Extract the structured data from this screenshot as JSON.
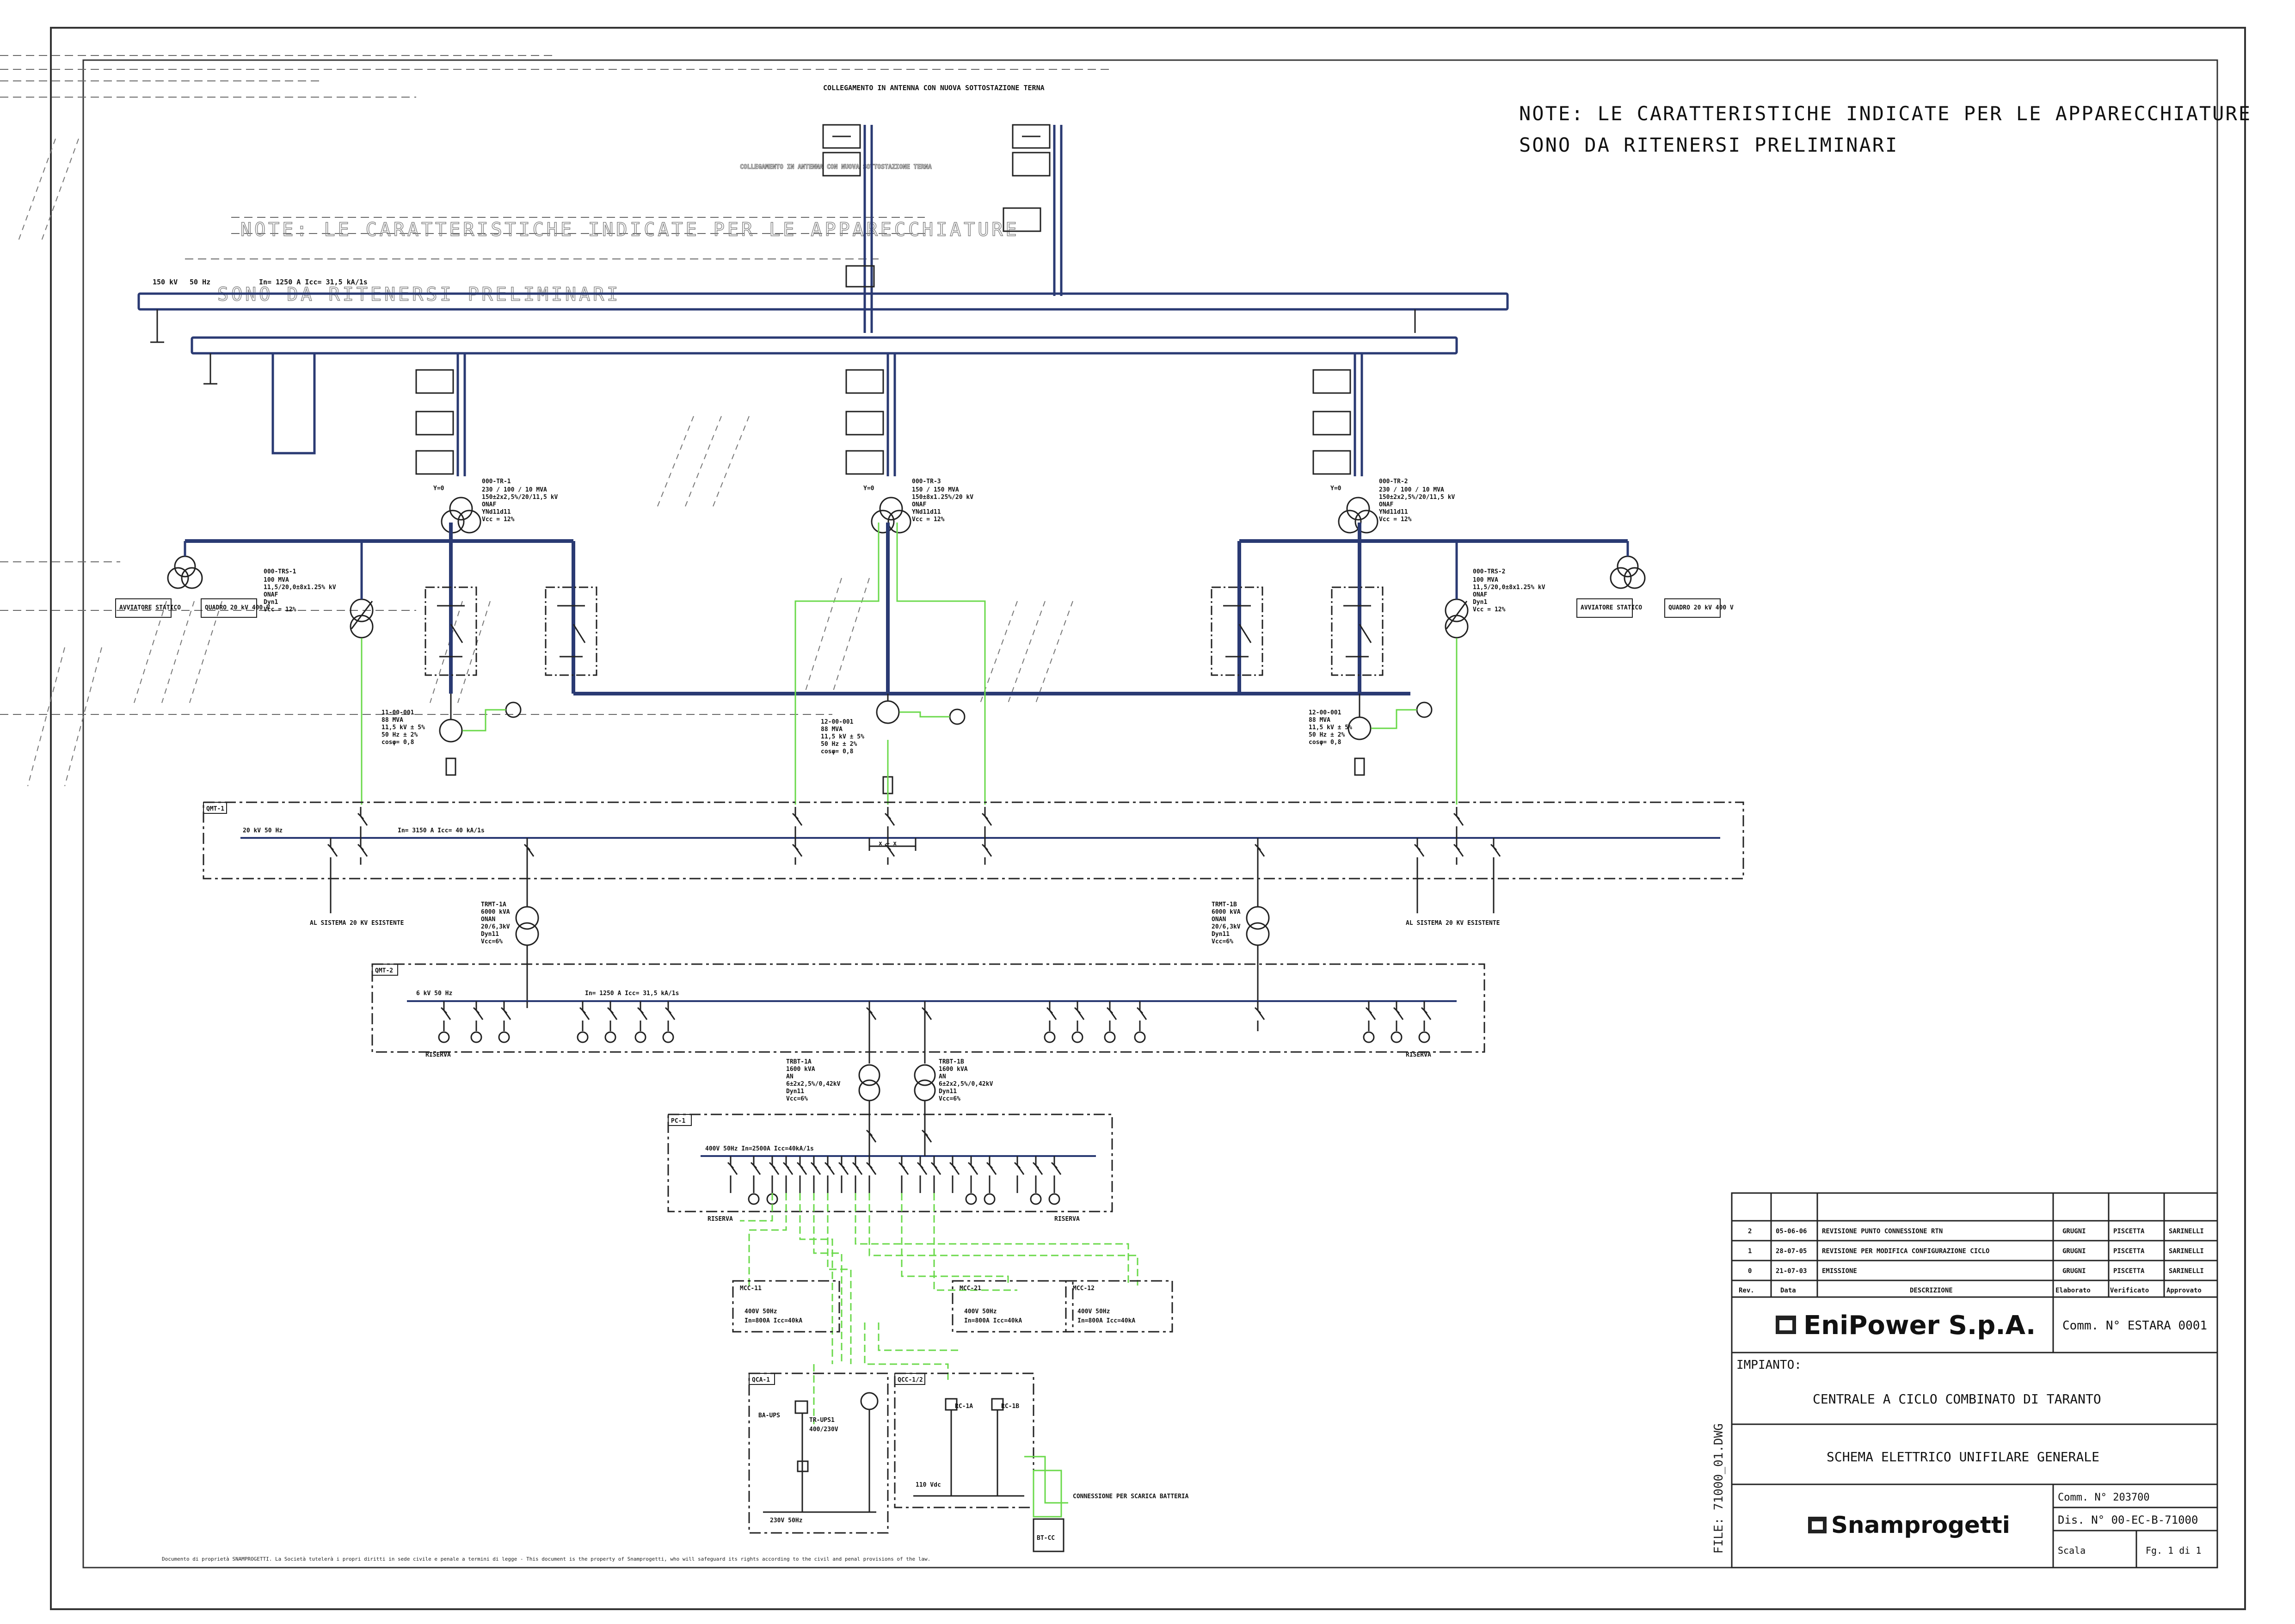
{
  "note": {
    "line1": "NOTE: LE CARATTERISTICHE INDICATE PER LE APPARECCHIATURE",
    "line2": "SONO DA RITENERSI PRELIMINARI"
  },
  "top": {
    "collegamento": "COLLEGAMENTO IN ANTENNA CON NUOVA SOTTOSTAZIONE TERNA"
  },
  "hv_bus": {
    "voltage": "150 kV",
    "freq": "50 Hz",
    "rating": "In= 1250 A   Icc= 31,5 kA/1s"
  },
  "transformers_main": [
    {
      "tag": "000-TR-1",
      "spec": [
        "230 / 100 / 10 MVA",
        "150±2x2,5%/20/11,5 kV",
        "ONAF",
        "YNd11d11",
        "Vcc = 12%"
      ],
      "vector": "Y=0"
    },
    {
      "tag": "000-TR-3",
      "spec": [
        "150 / 150 MVA",
        "150±8x1.25%/20 kV",
        "ONAF",
        "YNd11d11",
        "Vcc = 12%"
      ],
      "vector": "Y=0"
    },
    {
      "tag": "000-TR-2",
      "spec": [
        "230 / 100 / 10 MVA",
        "150±2x2,5%/20/11,5 kV",
        "ONAF",
        "YNd11d11",
        "Vcc = 12%"
      ],
      "vector": "Y=0"
    }
  ],
  "transformers_aux": [
    {
      "tag": "000-TRS-1",
      "spec": [
        "100 MVA",
        "11,5/20,0±8x1.25% kV",
        "ONAF",
        "Dyn1",
        "Vcc = 12%"
      ]
    },
    {
      "tag": "000-TRS-2",
      "spec": [
        "100 MVA",
        "11,5/20,0±8x1.25% kV",
        "ONAF",
        "Dyn1",
        "Vcc = 12%"
      ]
    }
  ],
  "aux_boxes": [
    "AVVIATORE STATICO",
    "QUADRO 20 kV 400 V",
    "AVVIATORE STATICO",
    "QUADRO 20 kV 400 V"
  ],
  "generators": [
    {
      "tag": "11-00-001",
      "spec": [
        "88 MVA",
        "11,5 kV ± 5%",
        "50 Hz ± 2%",
        "cosφ= 0,8"
      ]
    },
    {
      "tag": "12-00-001",
      "spec": [
        "88 MVA",
        "11,5 kV ± 5%",
        "50 Hz ± 2%",
        "cosφ= 0,8"
      ]
    },
    {
      "tag": "12-00-001",
      "spec": [
        "88 MVA",
        "11,5 kV ± 5%",
        "50 Hz ± 2%",
        "cosφ= 0,8"
      ]
    }
  ],
  "mv20": {
    "tag": "QMT-1",
    "label": "20 kV   50 Hz",
    "rating": "In= 3150 A   Icc= 40 kA/1s",
    "left_feed": "AL SISTEMA 20 KV ESISTENTE",
    "right_feed": "AL SISTEMA 20 KV ESISTENTE"
  },
  "trmt": [
    {
      "tag": "TRMT-1A",
      "spec": [
        "6000 kVA",
        "ONAN",
        "20/6,3kV",
        "Dyn11",
        "Vcc=6%"
      ]
    },
    {
      "tag": "TRMT-1B",
      "spec": [
        "6000 kVA",
        "ONAN",
        "20/6,3kV",
        "Dyn11",
        "Vcc=6%"
      ]
    }
  ],
  "mv6": {
    "tag": "QMT-2",
    "label": "6 kV   50 Hz",
    "rating": "In= 1250 A   Icc= 31,5 kA/1s",
    "reserve_left": "RISERVA",
    "reserve_right": "RISERVA"
  },
  "trbt": [
    {
      "tag": "TRBT-1A",
      "spec": [
        "1600 kVA",
        "AN",
        "6±2x2,5%/0,42kV",
        "Dyn11",
        "Vcc=6%"
      ]
    },
    {
      "tag": "TRBT-1B",
      "spec": [
        "1600 kVA",
        "AN",
        "6±2x2,5%/0,42kV",
        "Dyn11",
        "Vcc=6%"
      ]
    }
  ],
  "lv": {
    "tag": "PC-1",
    "label": "400V  50Hz  In=2500A   Icc=40kA/1s",
    "reserve_left": "RISERVA",
    "reserve_right": "RISERVA"
  },
  "mcc": [
    {
      "tag": "MCC-11",
      "l1": "400V 50Hz",
      "l2": "In=800A  Icc=40kA"
    },
    {
      "tag": "MCC-21",
      "l1": "400V 50Hz",
      "l2": "In=800A  Icc=40kA"
    },
    {
      "tag": "MCC-12",
      "l1": "400V 50Hz",
      "l2": "In=800A  Icc=40kA"
    }
  ],
  "qca": {
    "tag": "QCA-1",
    "ups": "BA-UPS",
    "tr": "TR-UPS1",
    "tr_spec": "400/230V",
    "bus": "230V 50Hz"
  },
  "qcc": {
    "tag": "QCC-1/2",
    "rc1": "RC-1A",
    "rc2": "RC-1B",
    "bus": "110 Vdc",
    "conn": "CONNESSIONE PER SCARICA BATTERIA",
    "bt": "BT-CC"
  },
  "footer": "Documento di proprietà SNAMPROGETTI. La Società tutelerà i propri diritti in sede civile e penale a termini di legge - This document is the property of Snamprogetti, who will safeguard its rights according to the civil and penal provisions of the law.",
  "file_label": "FILE: 71000_01.DWG",
  "title_block": {
    "revisions": [
      {
        "rev": "2",
        "date": "05-06-06",
        "desc": "REVISIONE PUNTO CONNESSIONE RTN",
        "el": "GRUGNI",
        "ver": "PISCETTA",
        "app": "SARINELLI"
      },
      {
        "rev": "1",
        "date": "28-07-05",
        "desc": "REVISIONE PER MODIFICA CONFIGURAZIONE CICLO",
        "el": "GRUGNI",
        "ver": "PISCETTA",
        "app": "SARINELLI"
      },
      {
        "rev": "0",
        "date": "21-07-03",
        "desc": "EMISSIONE",
        "el": "GRUGNI",
        "ver": "PISCETTA",
        "app": "SARINELLI"
      }
    ],
    "headers": {
      "rev": "Rev.",
      "date": "Data",
      "desc": "DESCRIZIONE",
      "el": "Elaborato",
      "ver": "Verificato",
      "app": "Approvato"
    },
    "client": "EniPower S.p.A.",
    "comm_client": "Comm. N° ESTARA 0001",
    "impianto_label": "IMPIANTO:",
    "impianto": "CENTRALE A CICLO COMBINATO DI TARANTO",
    "title": "SCHEMA ELETTRICO UNIFILARE GENERALE",
    "contractor": "Snamprogetti",
    "comm": "Comm. N° 203700",
    "dis": "Dis. N° 00-EC-B-71000",
    "scala": "Scala",
    "fg": "Fg. 1 di 1"
  },
  "colors": {
    "bus": "#2a3a73",
    "green": "#6ad94a",
    "line": "#222222",
    "ghost": "#555555"
  }
}
